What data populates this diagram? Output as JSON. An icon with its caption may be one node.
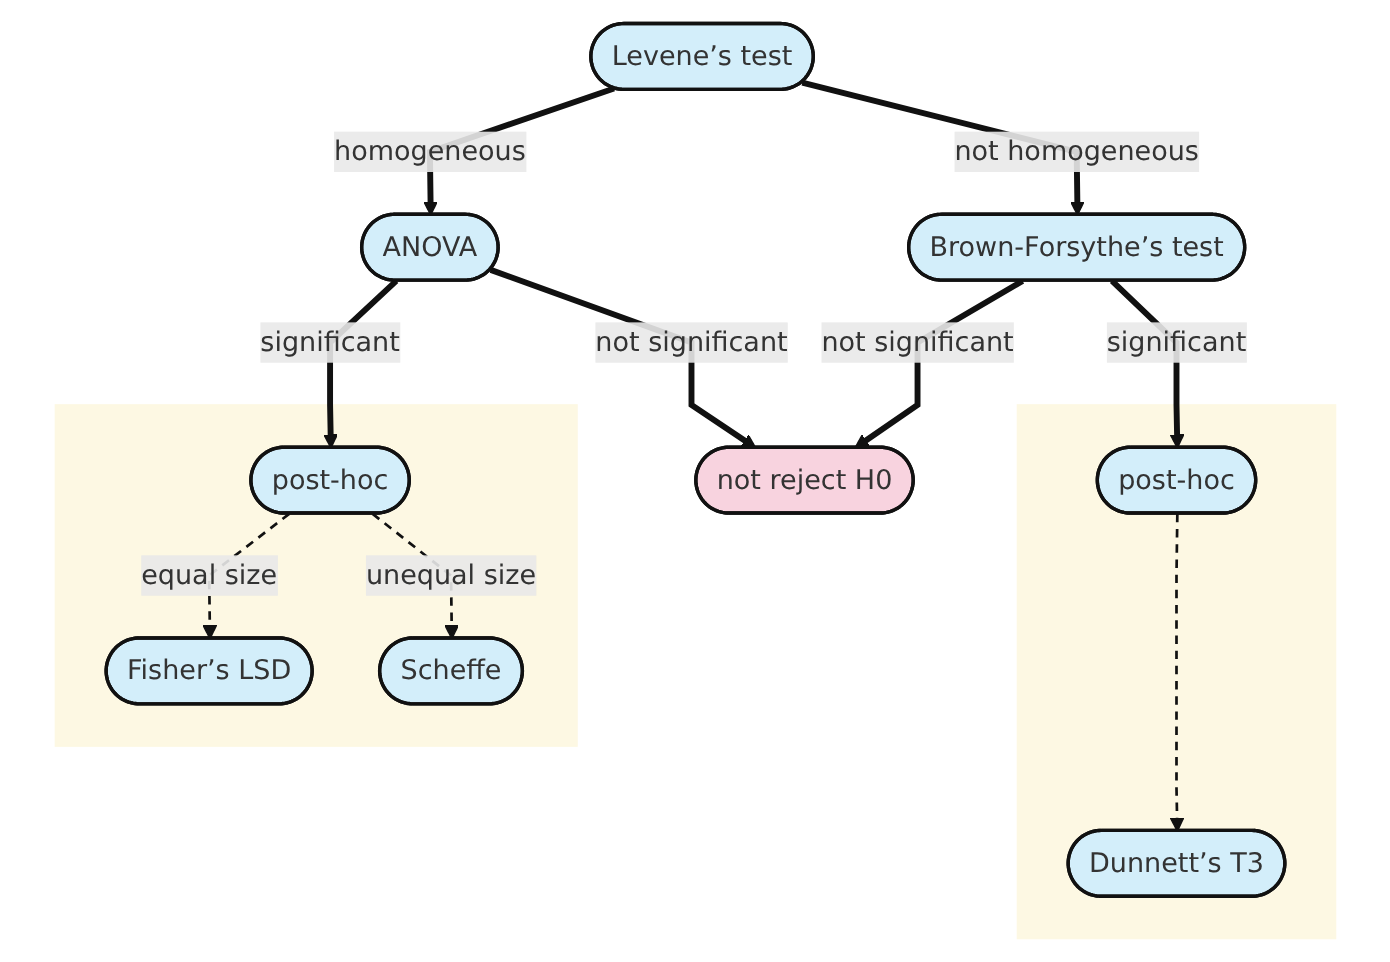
{
  "diagram": {
    "nodes": [
      {
        "text": [
          "Levene’s test"
        ]
      },
      {
        "text": [
          "Brown-Forsythe’s test"
        ]
      },
      {
        "text": [
          "ANOVA"
        ]
      },
      {
        "text": [
          "not reject H0"
        ]
      },
      {
        "text": [],
        "shape": "box"
      },
      {
        "text": [
          "post-hoc"
        ],
        "in": 4
      },
      {
        "text": [
          "Dunnett’s T3"
        ],
        "in": 4
      },
      {
        "text": [],
        "shape": "box"
      },
      {
        "text": [
          "post-hoc"
        ],
        "in": 7
      },
      {
        "text": [
          "Fisher’s LSD"
        ],
        "in": 7
      },
      {
        "text": [
          "Scheffe"
        ],
        "in": 7
      }
    ],
    "edges": [
      {
        "from": 0,
        "to": 1,
        "arrow": "to",
        "label": "not homogeneous"
      },
      {
        "from": 0,
        "to": 2,
        "arrow": "to",
        "label": "homogeneous"
      },
      {
        "from": 1,
        "to": 3,
        "arrow": "to",
        "label": "not significant"
      },
      {
        "from": 1,
        "to": 5,
        "arrow": "to",
        "label": "significant"
      },
      {
        "from": 2,
        "to": 3,
        "arrow": "to",
        "label": "not significant"
      },
      {
        "from": 2,
        "to": 8,
        "arrow": "to",
        "label": "significant"
      },
      {
        "from": 5,
        "to": 6,
        "arrow": "to",
        "style": "dashed"
      },
      {
        "from": 8,
        "to": 9,
        "arrow": "to",
        "label": "equal size",
        "style": "dashed"
      },
      {
        "from": 8,
        "to": 10,
        "arrow": "to",
        "label": "unequal size",
        "style": "dashed"
      }
    ]
  }
}
